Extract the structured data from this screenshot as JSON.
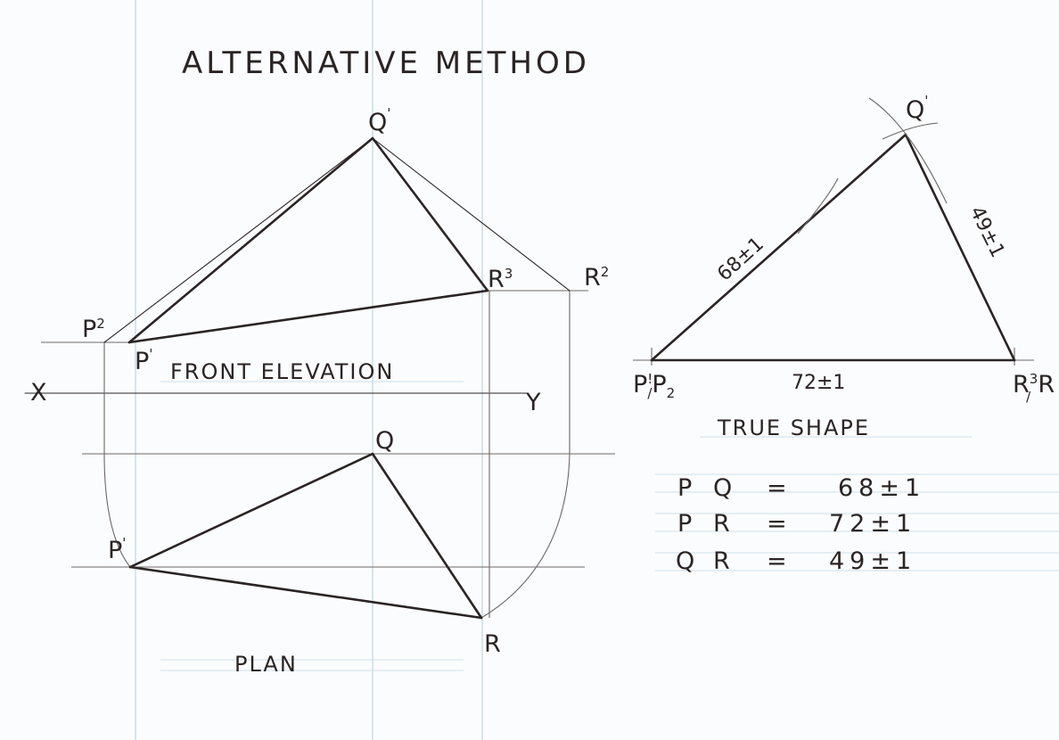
{
  "title": "ALTERNATIVE METHOD",
  "labels": {
    "front_elevation": "FRONT ELEVATION",
    "plan": "PLAN",
    "true_shape": "TRUE SHAPE",
    "x": "X",
    "y": "Y"
  },
  "points": {
    "q1": {
      "main": "Q",
      "mark": "'"
    },
    "p2": {
      "main": "P",
      "mark": "2"
    },
    "p1": {
      "main": "P",
      "mark": "'"
    },
    "r3": {
      "main": "R",
      "mark": "3"
    },
    "r2": {
      "main": "R",
      "mark": "2"
    },
    "q": {
      "main": "Q"
    },
    "p_plan": {
      "main": "P",
      "mark": "'"
    },
    "r": {
      "main": "R"
    },
    "ts_q1": {
      "main": "Q",
      "mark": "'"
    },
    "ts_p": {
      "main": "P",
      "mark": "!",
      "sub": "/",
      "tail": "P",
      "tail_sub": "2"
    },
    "ts_r": {
      "main": "R",
      "mark": "3",
      "tail": "R",
      "sub": "/"
    }
  },
  "dimensions": {
    "pq": "68±1",
    "qr": "49±1",
    "pr": "72±1"
  },
  "results": [
    {
      "a": "P",
      "b": "Q",
      "eq": "=",
      "value": "68±1"
    },
    {
      "a": "P",
      "b": "R",
      "eq": "=",
      "value": "72±1"
    },
    {
      "a": "Q",
      "b": "R",
      "eq": "=",
      "value": "49±1"
    }
  ]
}
